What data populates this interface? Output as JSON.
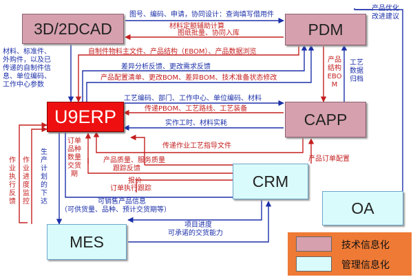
{
  "colors": {
    "tech_fill": "#d6a0ae",
    "mgmt_fill": "#d9fbfb",
    "erp_fill": "#ee1010",
    "blue_text": "#1b2fa8",
    "red_text": "#c41e1e",
    "legend_bg": "#ee7a35"
  },
  "nodes": {
    "cad": "3D/2DCAD",
    "pdm": "PDM",
    "erp": "U9ERP",
    "capp": "CAPP",
    "crm": "CRM",
    "oa": "OA",
    "mes": "MES"
  },
  "labels": {
    "cad_pdm_1": "图号、编码、申请，协同设计：查询填写借用件",
    "cad_pdm_2": "材料定额辅助计算",
    "cad_pdm_3": "图纸批量、协同入库",
    "pdm_oa_top": "产品优化",
    "pdm_oa_bot": "改进建议",
    "cad_erp_1": "材料、标准件、",
    "cad_erp_2": "外购件，以及已",
    "cad_erp_3": "传递的自制件信",
    "cad_erp_4": "息、单位编码、",
    "cad_erp_5": "工作中心参数",
    "pdm_erp_1": "自制件物料主文件、产品结构（EBOM）、产品数据浏览",
    "pdm_erp_2": "差异分析反馈、更改需求反馈",
    "pdm_erp_3": "产品配置清单、更改BOM、差异BOM、技术准备状态修改",
    "pdm_capp": "产品结构EBOM",
    "capp_pdm": "工艺数据归档",
    "erp_capp_1": "工艺编码、部门、工作中心、单位编码、材料",
    "erp_capp_2": "传递PBOM、工艺路线、工艺装备",
    "erp_capp_3": "实作工时、材料实耗",
    "capp_erp_4": "传递作业工艺指导文件",
    "crm_capp": "产品订单配置",
    "order_qty": "订单品种数量交货期",
    "crm_erp_1": "产品质量、服务质量",
    "crm_erp_2": "跟踪反馈",
    "crm_erp_3": "报价",
    "crm_erp_4": "订单执行跟踪",
    "erp_crm_1": "可销售产品信息",
    "erp_crm_2": "（可供货量、品种、预计交货期等）",
    "mes_exec": "作业执行反馈",
    "mes_progress": "作业进度监控",
    "mes_plan": "生产计划的下达",
    "mes_crm_1": "项目进度",
    "mes_crm_2": "可承诺的交货能力"
  },
  "legend": {
    "tech": "技术信息化",
    "mgmt": "管理信息化"
  }
}
